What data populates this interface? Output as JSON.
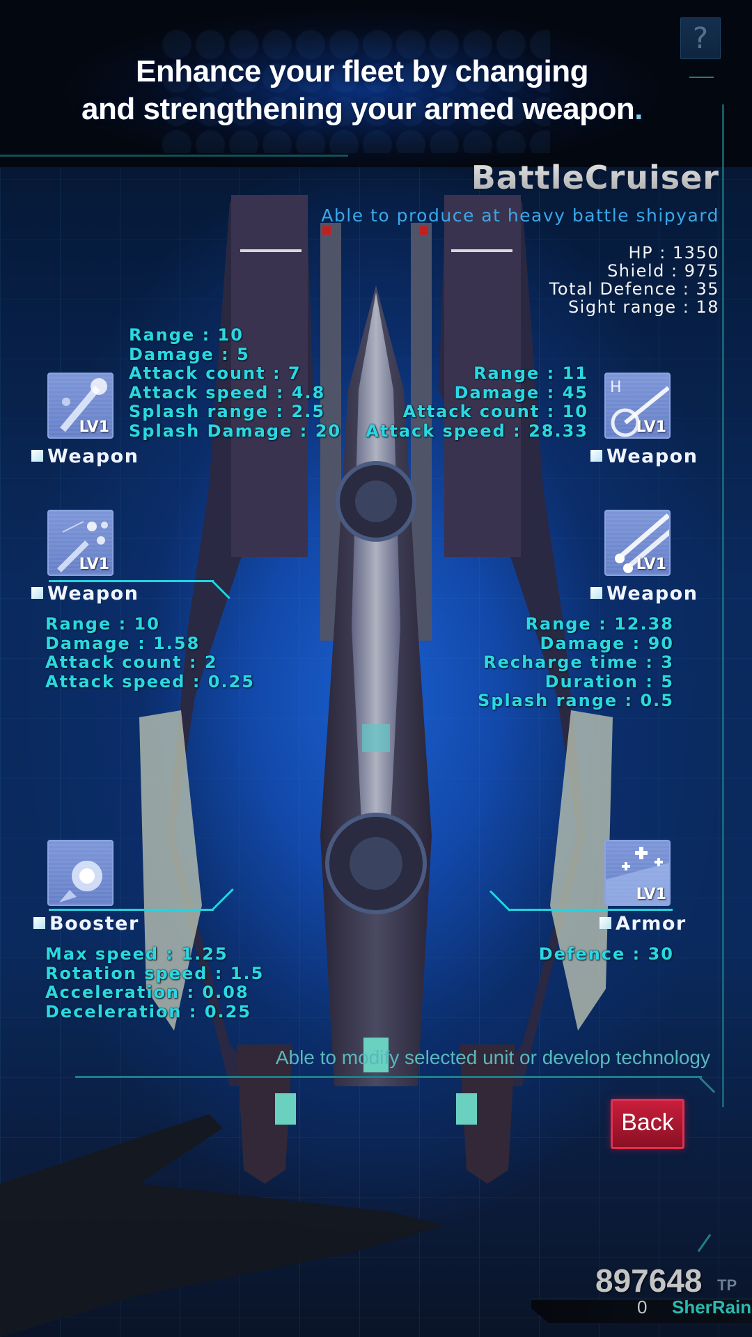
{
  "header": {
    "headline_line1": "Enhance your fleet by changing",
    "headline_line2": "and strengthening your armed weapon",
    "headline_period": ".",
    "help_label": "?"
  },
  "unit": {
    "name": "BattleCruiser",
    "subtitle": "Able to produce at heavy battle shipyard",
    "stats": [
      "HP : 1350",
      "Shield : 975",
      "Total Defence : 35",
      "Sight range : 18"
    ]
  },
  "slots": {
    "weapon_left_1": {
      "label": "Weapon",
      "level": "LV1",
      "icon": "missile-launcher-icon",
      "stats": [
        "Range : 10",
        "Damage : 5",
        "Attack count : 7",
        "Attack speed : 4.8",
        "Splash range : 2.5",
        "Splash Damage : 20"
      ]
    },
    "weapon_right_1": {
      "label": "Weapon",
      "level": "LV1",
      "icon": "heavy-cannon-icon",
      "stats": [
        "Range : 11",
        "Damage : 45",
        "Attack count : 10",
        "Attack speed : 28.33"
      ]
    },
    "weapon_left_2": {
      "label": "Weapon",
      "level": "LV1",
      "icon": "gatling-gun-icon",
      "stats": [
        "Range : 10",
        "Damage : 1.58",
        "Attack count : 2",
        "Attack speed : 0.25"
      ]
    },
    "weapon_right_2": {
      "label": "Weapon",
      "level": "LV1",
      "icon": "laser-beam-icon",
      "stats": [
        "Range : 12.38",
        "Damage : 90",
        "Recharge time : 3",
        "Duration : 5",
        "Splash range : 0.5"
      ]
    },
    "booster": {
      "label": "Booster",
      "icon": "thruster-icon",
      "stats": [
        "Max speed : 1.25",
        "Rotation speed : 1.5",
        "Acceleration : 0.08",
        "Deceleration : 0.25"
      ]
    },
    "armor": {
      "label": "Armor",
      "level": "LV1",
      "icon": "armor-repair-icon",
      "stats": [
        "Defence : 30"
      ]
    }
  },
  "footer": {
    "note": "Able to modify selected unit or develop technology",
    "back_label": "Back",
    "tp_value": "897648",
    "tp_unit": "TP",
    "user_value": "0",
    "username": "SherRain"
  },
  "colors": {
    "stat_text": "#2ad8e4",
    "subtitle": "#3aa8ea",
    "connector": "#22d4e0",
    "back_button": "#c81e3c",
    "username": "#2abab0"
  }
}
